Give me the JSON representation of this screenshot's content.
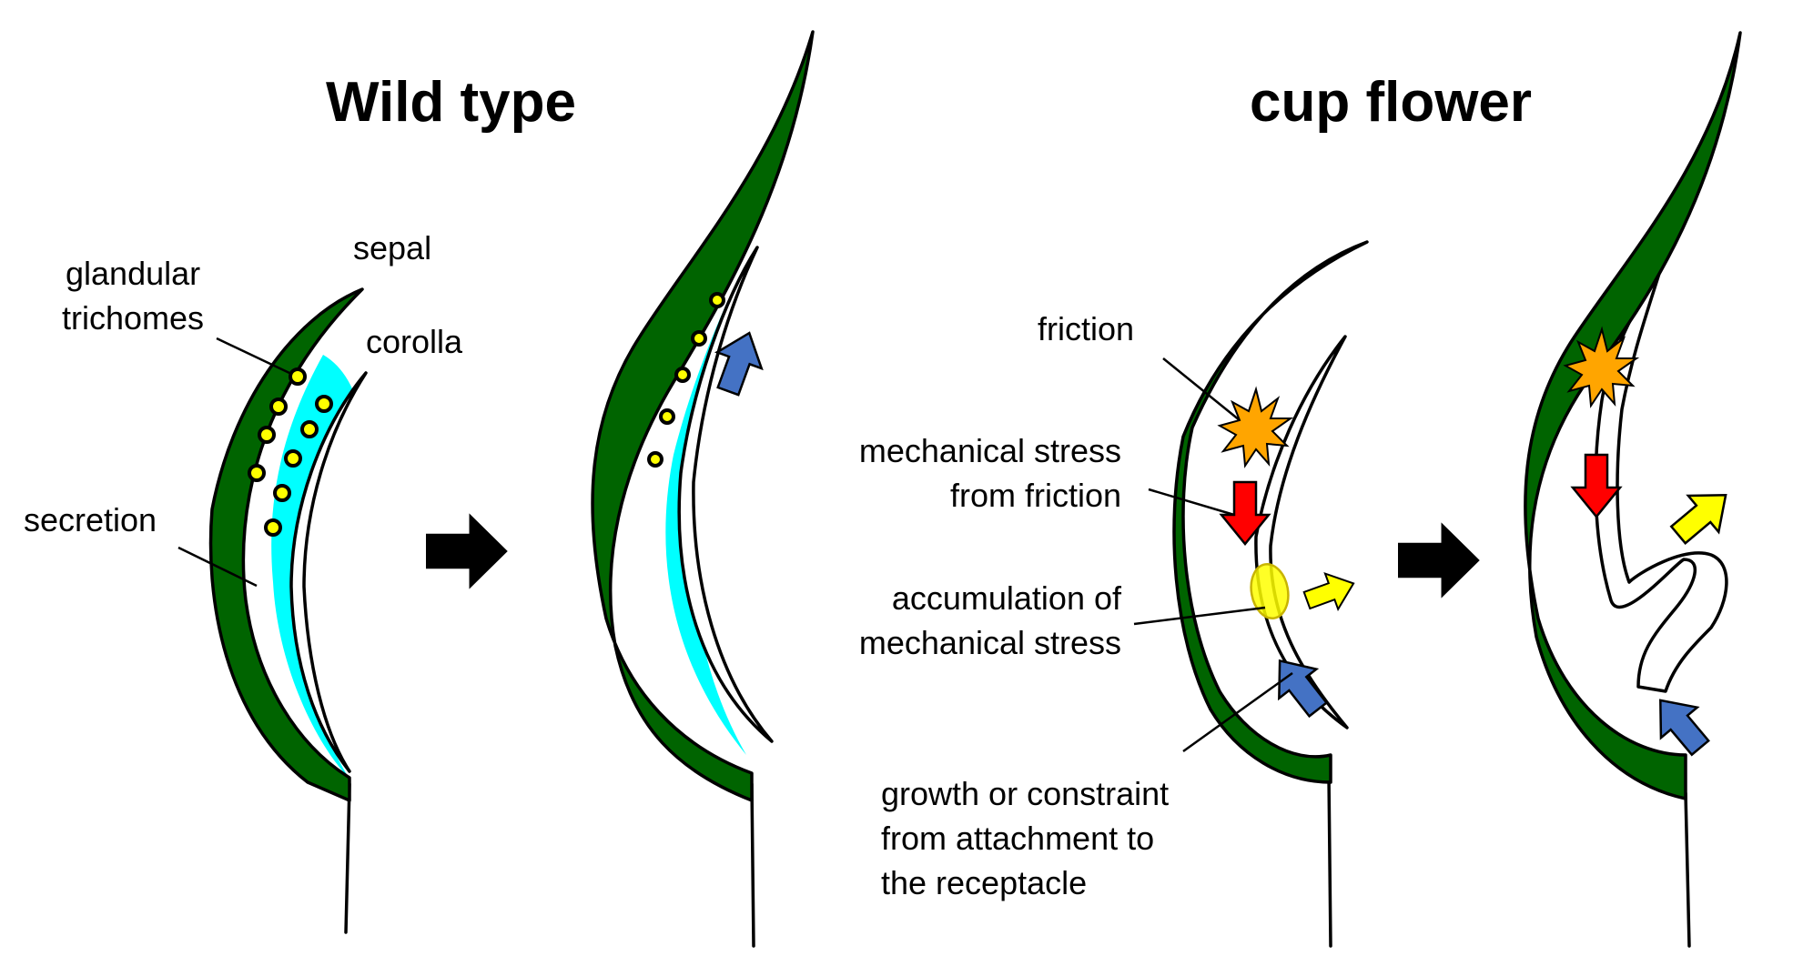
{
  "titles": {
    "wild_type": "Wild type",
    "mutant": "cup flower"
  },
  "labels": {
    "sepal": "sepal",
    "glandular": "glandular",
    "trichomes": "trichomes",
    "corolla": "corolla",
    "secretion": "secretion",
    "friction": "friction",
    "stress_line1": "mechanical stress",
    "stress_line2": "from friction",
    "accum_line1": "accumulation of",
    "accum_line2": "mechanical stress",
    "growth_line1": "growth or constraint",
    "growth_line2": "from attachment to",
    "growth_line3": "the receptacle"
  },
  "colors": {
    "sepal": "#006400",
    "secretion": "#00ffff",
    "trichome": "#ffff00",
    "friction": "#ffa500",
    "stress_arrow": "#ff0000",
    "accumulation": "#ffff00",
    "growth_arrow": "#4472c4",
    "outward_arrow": "#ffff00",
    "step_arrow": "#000000"
  }
}
